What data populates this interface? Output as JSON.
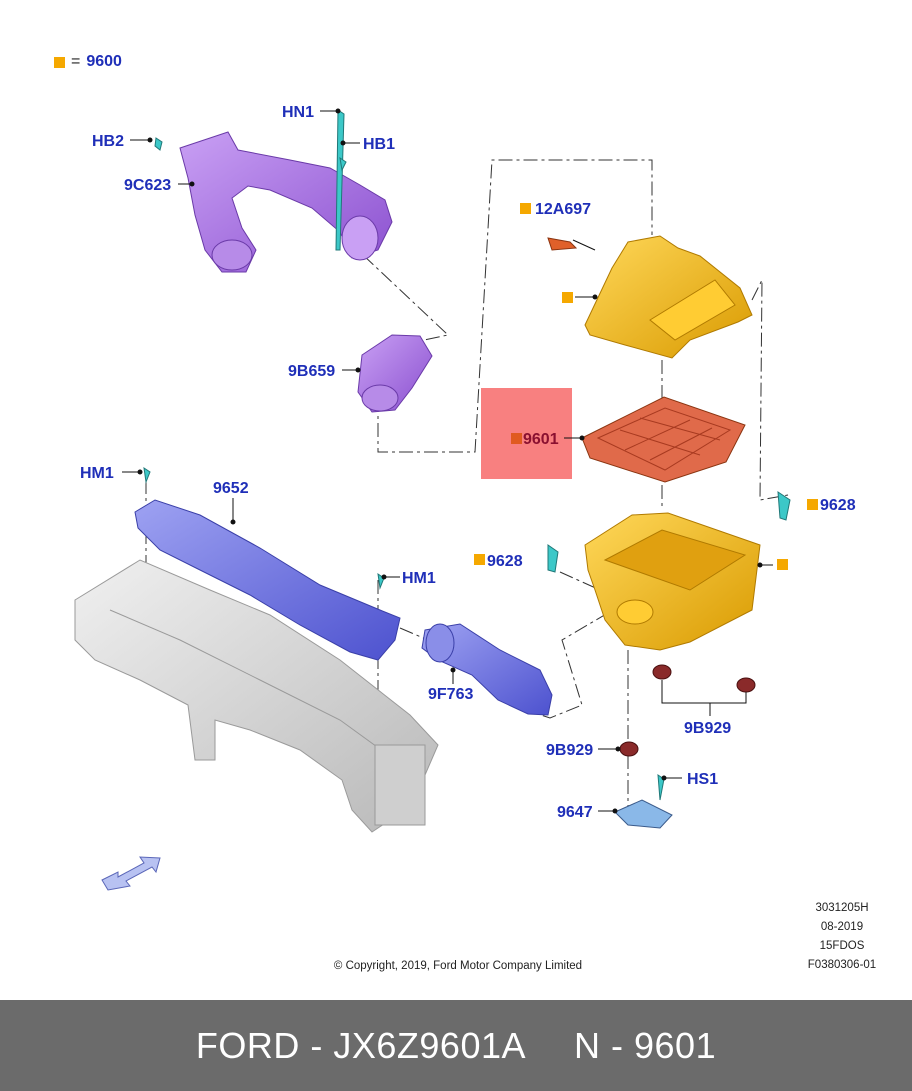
{
  "legend": {
    "symbol": "orange-square",
    "equals": "=",
    "value": "9600"
  },
  "labels": {
    "hn1": "HN1",
    "hb2": "HB2",
    "hb1": "HB1",
    "c9623": "9C623",
    "a12697": "12A697",
    "b9659": "9B659",
    "p9601": "9601",
    "hm1_top": "HM1",
    "p9652": "9652",
    "hm1_mid": "HM1",
    "p9628_right": "9628",
    "p9628_left": "9628",
    "f9763": "9F763",
    "b9929_right": "9B929",
    "b9929_left": "9B929",
    "hs1": "HS1",
    "p9647": "9647"
  },
  "info": {
    "line1": "3031205H",
    "line2": "08-2019",
    "line3": "15FDOS",
    "line4": "F0380306-01"
  },
  "copyright": "© Copyright, 2019, Ford Motor Company Limited",
  "footer": {
    "left": "FORD - JX6Z9601A",
    "right": "N - 9601"
  },
  "colors": {
    "label": "#1f2fb8",
    "orange": "#f5a800",
    "highlight": "#f88080",
    "purple": "#a66de0",
    "blue": "#6a6ee0",
    "housing": "#f2b81c",
    "filter": "#e06a4a",
    "footer_bg": "#6b6b6b"
  }
}
